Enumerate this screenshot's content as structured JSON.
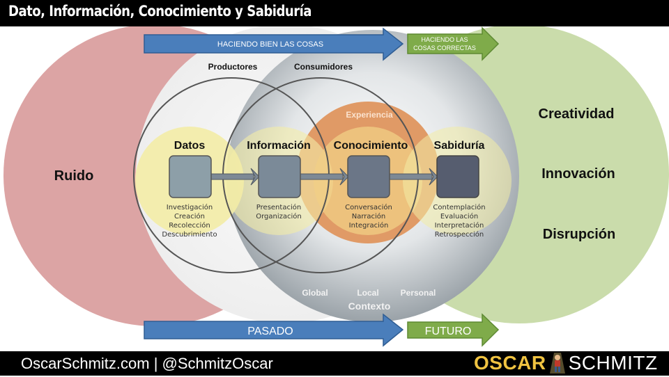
{
  "header": {
    "title": "Dato, Información, Conocimiento y Sabiduría"
  },
  "arrows": {
    "top_blue": "HACIENDO  BIEN LAS COSAS",
    "top_green_line1": "HACIENDO LAS",
    "top_green_line2": "COSAS CORRECTAS",
    "bottom_blue": "PASADO",
    "bottom_green": "FUTURO"
  },
  "left_circle": {
    "label": "Ruido",
    "color": "#dca4a4"
  },
  "right_circle": {
    "color": "#cadcab",
    "labels": [
      "Creatividad",
      "Innovación",
      "Disrupción"
    ]
  },
  "groups": {
    "producers": "Productores",
    "consumers": "Consumidores",
    "experience": "Experiencia"
  },
  "stages": [
    {
      "title": "Datos",
      "activities": [
        "Investigación",
        "Creación",
        "Recolección",
        "Descubrimiento"
      ],
      "box_color": "#8d9fa8"
    },
    {
      "title": "Información",
      "activities": [
        "Presentación",
        "Organización"
      ],
      "box_color": "#7b8a98"
    },
    {
      "title": "Conocimiento",
      "activities": [
        "Conversación",
        "Narración",
        "Integración"
      ],
      "box_color": "#6b7687"
    },
    {
      "title": "Sabiduría",
      "activities": [
        "Contemplación",
        "Evaluación",
        "Interpretación",
        "Retrospección"
      ],
      "box_color": "#565d6f"
    }
  ],
  "context": {
    "label": "Contexto",
    "scopes": [
      "Global",
      "Local",
      "Personal"
    ]
  },
  "colors": {
    "blue_arrow": "#4a7ebb",
    "green_arrow": "#7fab4a",
    "orange": "#e09a66",
    "yellow": "#f3eca6",
    "brand_yellow": "#f0c341"
  },
  "footer": {
    "text": "OscarSchmitz.com | @SchmitzOscar",
    "brand_first": "OSCAR",
    "brand_last": "SCHMITZ"
  }
}
